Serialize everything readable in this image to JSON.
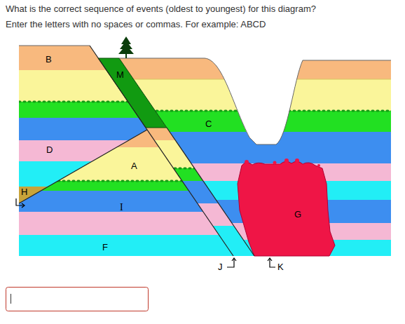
{
  "diagram": {
    "title": "What is the correct sequence of events (oldest to youngest) for this diagram?",
    "labels": [
      "Enter the letters with no spaces or commas. For example: ABCD",
      "B",
      "M",
      "C",
      "D",
      "A",
      "H",
      "I",
      "G",
      "F",
      "J",
      "K"
    ]
  }
}
